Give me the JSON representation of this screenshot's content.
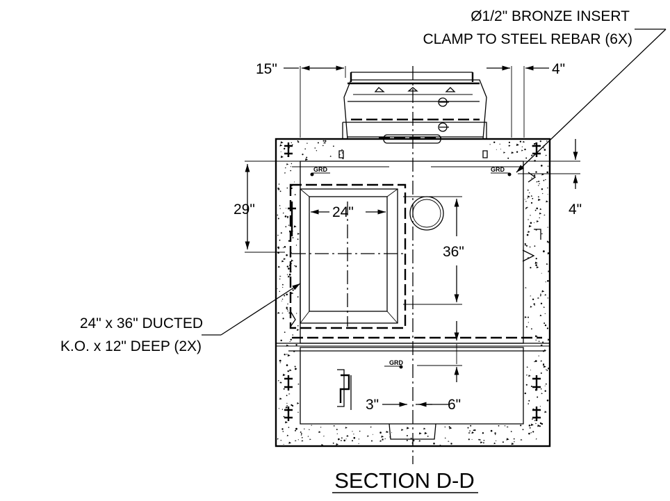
{
  "title": "SECTION D-D",
  "callouts": {
    "insert_line1": "Ø1/2\" BRONZE INSERT",
    "insert_line2": "CLAMP TO STEEL REBAR (6X)",
    "ko_line1": "24\" x 36\" DUCTED",
    "ko_line2": "K.O. x 12\" DEEP (2X)"
  },
  "dimensions": {
    "top_left": "15\"",
    "top_right": "4\"",
    "left_height": "29\"",
    "right_small": "4\"",
    "ko_width": "24\"",
    "ko_height": "36\"",
    "bottom_left": "3\"",
    "bottom_right": "6\""
  },
  "grd_labels": [
    "GRD",
    "GRD",
    "GRD"
  ],
  "colors": {
    "ink": "#000000",
    "background": "#ffffff"
  }
}
